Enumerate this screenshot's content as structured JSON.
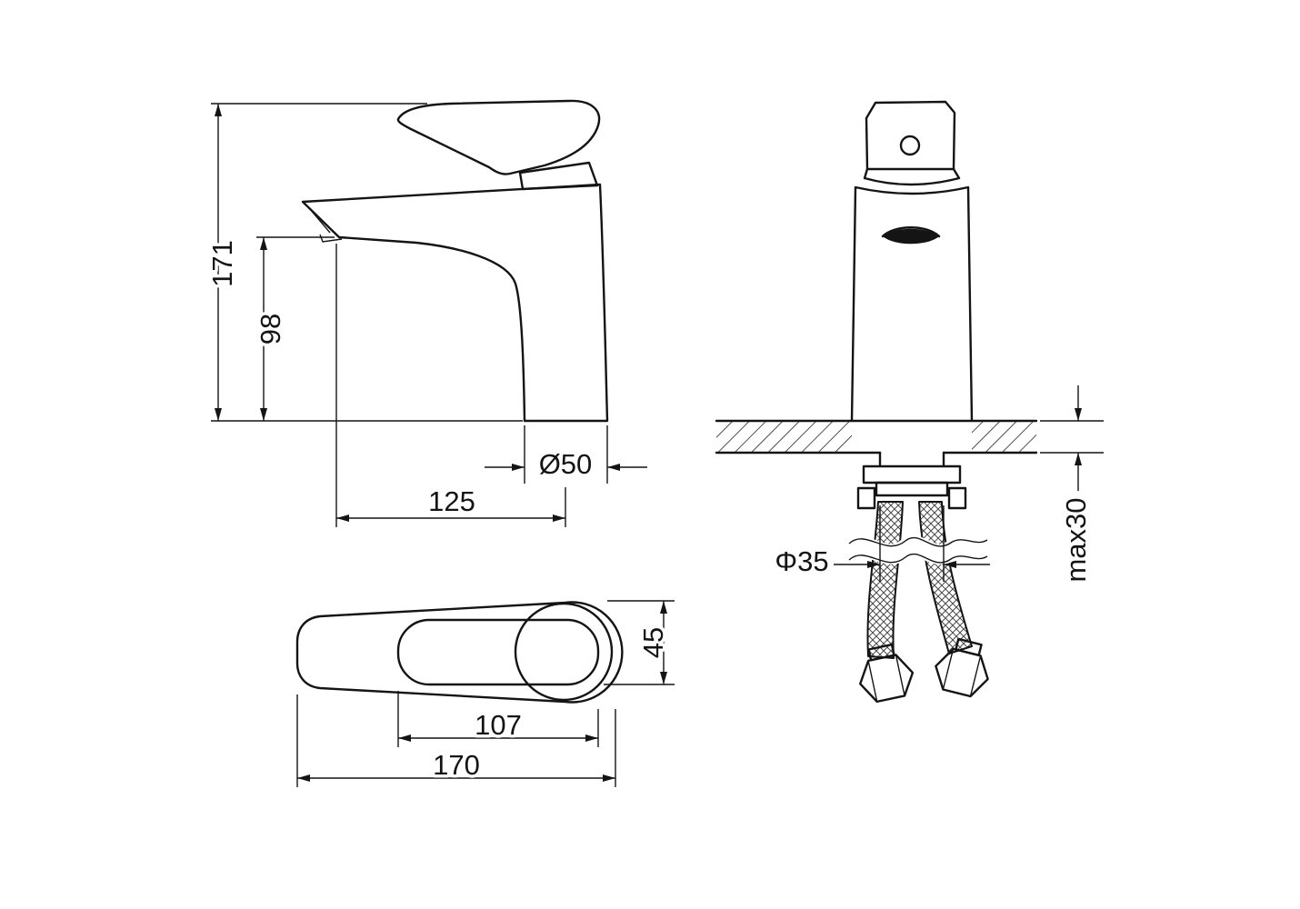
{
  "drawing_type": "faucet-installation-technical-drawing",
  "colors": {
    "line": "#141414",
    "background": "#ffffff"
  },
  "side_view": {
    "total_height": "171",
    "spout_height": "98",
    "base_diameter": "Ø50",
    "spout_reach": "125"
  },
  "front_view": {
    "mount_hole_diameter": "Φ35",
    "max_deck_thickness": "max30"
  },
  "top_view": {
    "handle_width": "45",
    "lever_length": "107",
    "overall_length": "170"
  }
}
